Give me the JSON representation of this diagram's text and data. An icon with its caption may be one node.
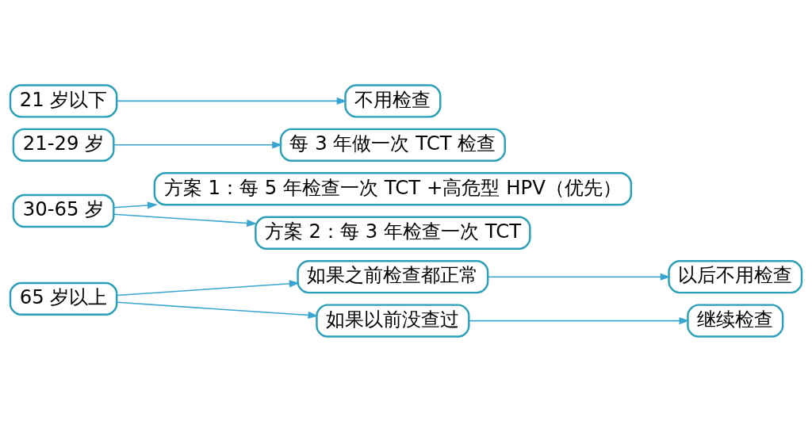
{
  "diagram": {
    "nodes": [
      {
        "text": [
          "21 岁以下"
        ]
      },
      {
        "text": [
          "不用检查"
        ]
      },
      {
        "text": [
          "21-29 岁"
        ]
      },
      {
        "text": [
          "每 3 年做一次 TCT 检查"
        ]
      },
      {
        "text": [
          "30-65 岁"
        ]
      },
      {
        "text": [
          "方案 1：每 5 年检查一次 TCT +高危型 HPV（优先）"
        ]
      },
      {
        "text": [
          "方案 2：每 3 年检查一次 TCT"
        ]
      },
      {
        "text": [
          "65 岁以上"
        ]
      },
      {
        "text": [
          "如果之前检查都正常"
        ]
      },
      {
        "text": [
          "以后不用检查"
        ]
      },
      {
        "text": [
          "如果以前没查过"
        ]
      },
      {
        "text": [
          "继续检查"
        ]
      }
    ],
    "edges": [
      {
        "from": 0,
        "to": 1,
        "arrow": "to"
      },
      {
        "from": 2,
        "to": 3,
        "arrow": "to"
      },
      {
        "from": 4,
        "to": 5,
        "arrow": "to"
      },
      {
        "from": 4,
        "to": 6,
        "arrow": "to"
      },
      {
        "from": 7,
        "to": 8,
        "arrow": "to"
      },
      {
        "from": 7,
        "to": 10,
        "arrow": "to"
      },
      {
        "from": 8,
        "to": 9,
        "arrow": "to"
      },
      {
        "from": 10,
        "to": 11,
        "arrow": "to"
      }
    ]
  }
}
